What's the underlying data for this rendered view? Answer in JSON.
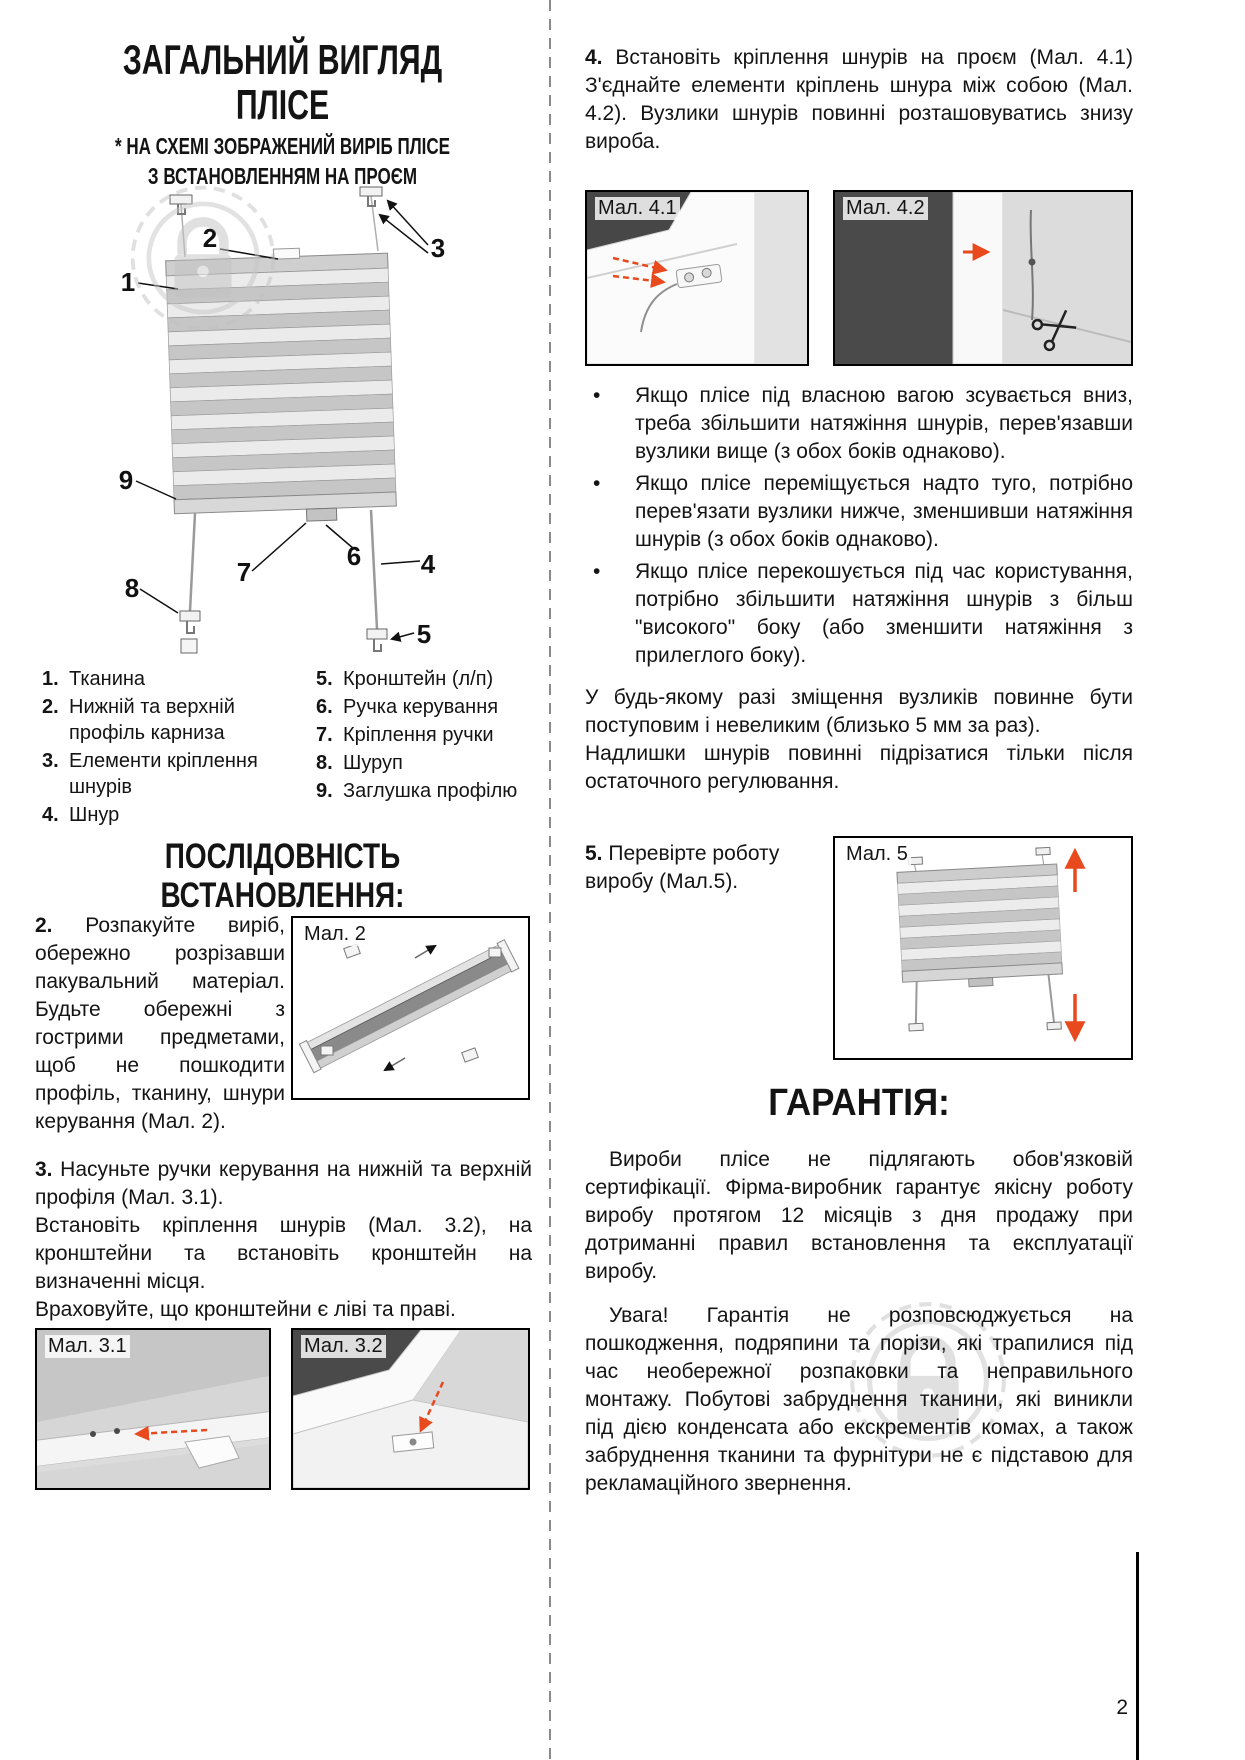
{
  "page": {
    "number": "2"
  },
  "colors": {
    "accent_red": "#e8491d",
    "glass_gray": "#4a4a4a"
  },
  "diagram": {
    "callouts": [
      "1",
      "2",
      "3",
      "4",
      "5",
      "6",
      "7",
      "8",
      "9"
    ]
  },
  "left": {
    "title_line1": "ЗАГАЛЬНИЙ ВИГЛЯД",
    "title_line2": "ПЛІСЕ",
    "subtitle_line1": "* НА СХЕМІ ЗОБРАЖЕНИЙ ВИРІБ ПЛІСЕ",
    "subtitle_line2": "З ВСТАНОВЛЕННЯМ НА ПРОЄМ",
    "legend": [
      {
        "num": "1.",
        "text": "Тканина"
      },
      {
        "num": "2.",
        "text": "Нижній та верхній профіль карниза"
      },
      {
        "num": "3.",
        "text": "Елементи кріплення шнурів"
      },
      {
        "num": "4.",
        "text": "Шнур"
      },
      {
        "num": "5.",
        "text": "Кронштейн (л/п)"
      },
      {
        "num": "6.",
        "text": "Ручка керування"
      },
      {
        "num": "7.",
        "text": "Кріплення ручки"
      },
      {
        "num": "8.",
        "text": "Шуруп"
      },
      {
        "num": "9.",
        "text": "Заглушка профілю"
      }
    ],
    "section_title": "ПОСЛІДОВНІСТЬ ВСТАНОВЛЕННЯ:",
    "step2": {
      "num": "2.",
      "text": "Розпакуйте виріб, обережно розрізавши пакувальний матеріал. Будьте обережні з гострими предметами, щоб не пошкодити профіль, тканину, шнури керування (Мал. 2)."
    },
    "fig2_label": "Мал. 2",
    "step3": {
      "num": "3.",
      "line1": "Насуньте ручки керування на нижній та верхній профіля (Мал. 3.1).",
      "line2": "Встановіть кріплення шнурів (Мал. 3.2), на кронштейни та встановіть кронштейн на визначенні місця.",
      "line3": "Враховуйте, що кронштейни є ліві та праві."
    },
    "fig31_label": "Мал. 3.1",
    "fig32_label": "Мал. 3.2"
  },
  "right": {
    "step4": {
      "num": "4.",
      "text": "Встановіть кріплення шнурів на проєм (Мал. 4.1) З'єднайте елементи кріплень шнура між собою (Мал. 4.2). Вузлики шнурів повинні розташовуватись знизу вироба."
    },
    "fig41_label": "Мал. 4.1",
    "fig42_label": "Мал. 4.2",
    "bullet_char": "•",
    "bullets": [
      "Якщо плісе під власною вагою зсувається вниз, треба збільшити натяжіння шнурів, перев'язавши вузлики вище (з обох боків однаково).",
      "Якщо плісе переміщується надто туго, потрібно перев'язати вузлики нижче, зменшивши натяжіння шнурів (з обох боків однаково).",
      "Якщо плісе перекошується під час користування, потрібно збільшити натяжіння шнурів з більш \"високого\" боку (або зменшити натяжіння з прилеглого боку)."
    ],
    "para1": "У будь-якому разі зміщення вузликів повинне бути поступовим і невеликим (близько 5 мм за раз).",
    "para2": "Надлишки шнурів повинні підрізатися тільки після остаточного регулювання.",
    "step5": {
      "num": "5.",
      "text": "Перевірте роботу виробу (Мал.5)."
    },
    "fig5_label": "Мал. 5",
    "warranty_title": "ГАРАНТІЯ:",
    "warranty_para1": "Вироби плісе не підлягають обов'язковій сертифікації. Фірма-виробник гарантує якісну роботу виробу протягом 12 місяців з дня продажу при дотриманні правил встановлення та експлуатації виробу.",
    "warranty_para2": "Увага! Гарантія не розповсюджується на пошкодження, подряпини та порізи, які трапилися під час необережної розпаковки та неправильного монтажу. Побутові забруднення тканини, які виникли під дією конденсата або екскрементів комах, а також забруднення тканини та фурнітури не є підставою для рекламаційного звернення."
  }
}
